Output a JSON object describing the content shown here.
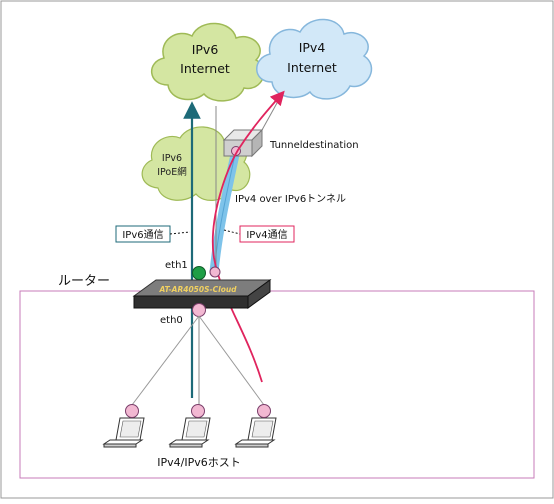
{
  "clouds": {
    "ipv6_internet": {
      "line1": "IPv6",
      "line2": "Internet"
    },
    "ipv4_internet": {
      "line1": "IPv4",
      "line2": "Internet"
    },
    "ipoe": {
      "line1": "IPv6",
      "line2": "IPoE網"
    }
  },
  "labels": {
    "tunnel_destination": "Tunneldestination",
    "tunnel": "IPv4 over IPv6トンネル",
    "ipv6_comm": "IPv6通信",
    "ipv4_comm": "IPv4通信",
    "router": "ルーター",
    "eth1": "eth1",
    "eth0": "eth0",
    "router_model": "AT-AR4050S-Cloud",
    "hosts": "IPv4/IPv6ホスト"
  },
  "colors": {
    "ipv6_arrow": "#1d6a78",
    "ipv4_arrow": "#e0245e",
    "tunnel": "#7ec3ea",
    "cloud_green": "#d4e6a2",
    "cloud_blue": "#d2e8f8",
    "router_box_border": "#c77bb8",
    "port_pink": "#f2b8d2",
    "port_green": "#1e9e46"
  }
}
